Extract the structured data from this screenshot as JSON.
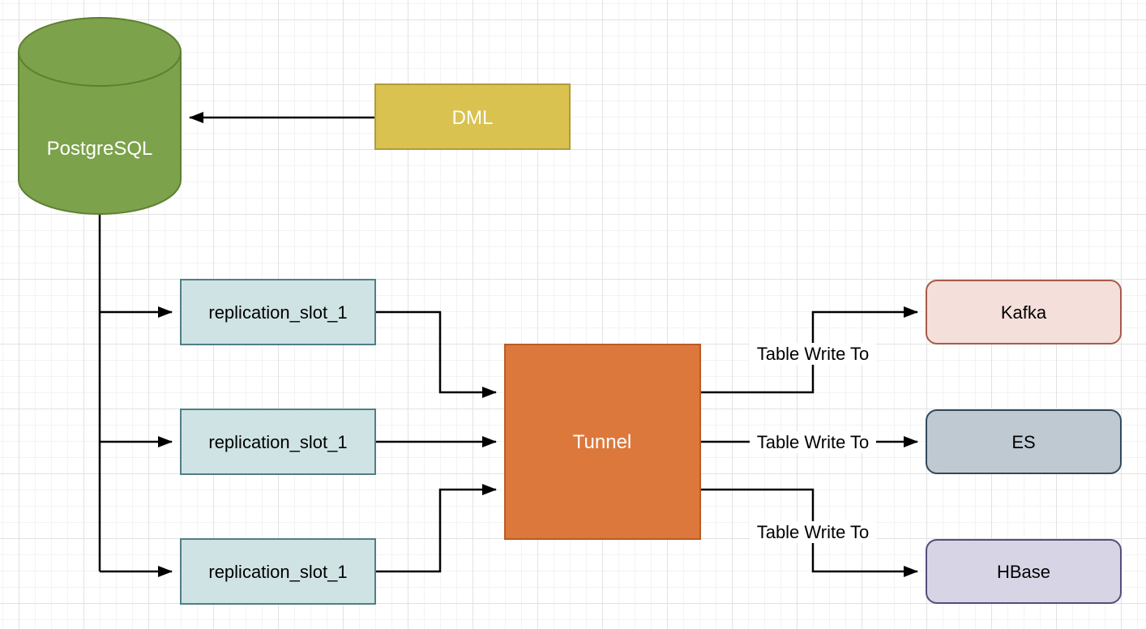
{
  "nodes": {
    "postgresql": {
      "label": "PostgreSQL",
      "fill": "#7CA24B",
      "stroke": "#5E7F33",
      "text_color": "#FFFFFF"
    },
    "dml": {
      "label": "DML",
      "fill": "#D9C250",
      "stroke": "#B19B3B",
      "text_color": "#FFFFFF"
    },
    "slots": {
      "fill": "#CFE3E4",
      "stroke": "#4F7F86",
      "text_color": "#000000",
      "items": [
        {
          "label": "replication_slot_1"
        },
        {
          "label": "replication_slot_1"
        },
        {
          "label": "replication_slot_1"
        }
      ]
    },
    "tunnel": {
      "label": "Tunnel",
      "fill": "#DC783B",
      "stroke": "#BA5B26",
      "text_color": "#FFFFFF"
    },
    "sinks": {
      "kafka": {
        "label": "Kafka",
        "fill": "#F4DFDA",
        "stroke": "#A65B4B",
        "text_color": "#000000"
      },
      "es": {
        "label": "ES",
        "fill": "#BEC9D1",
        "stroke": "#32495C",
        "text_color": "#000000"
      },
      "hbase": {
        "label": "HBase",
        "fill": "#D7D4E6",
        "stroke": "#544D7E",
        "text_color": "#000000"
      }
    }
  },
  "edges": {
    "color": "#000000",
    "labels": [
      {
        "text": "Table Write To"
      },
      {
        "text": "Table Write To"
      },
      {
        "text": "Table Write To"
      }
    ]
  },
  "canvas": {
    "background": "#FFFFFF",
    "grid_minor": "#F3F3F3",
    "grid_major": "#E2E2E2"
  }
}
